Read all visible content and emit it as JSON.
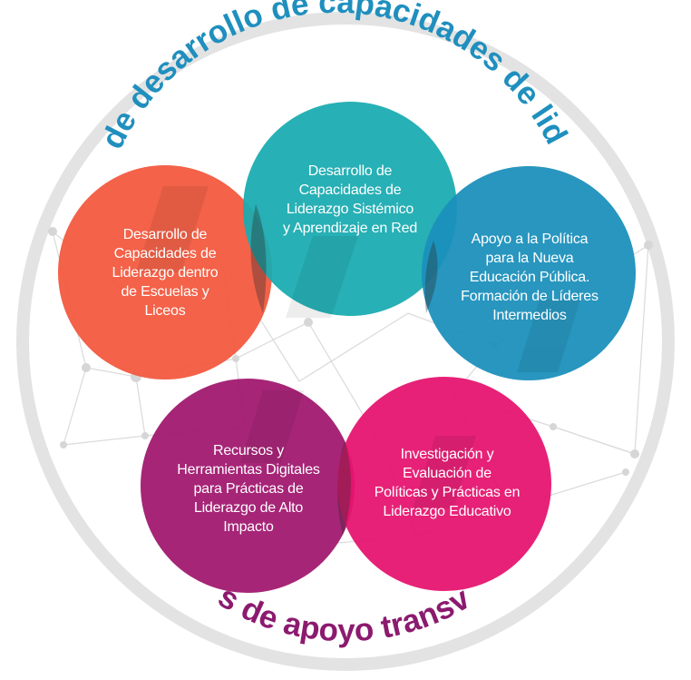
{
  "diagram": {
    "top_arc_title": "Áreas de desarrollo de capacidades de liderazgo",
    "bottom_arc_title": "Áreas de apoyo transversal",
    "colors": {
      "top_title": "#1f8fbe",
      "bottom_title": "#8c1a6f",
      "ring": "#e3e3e3",
      "network": "#d6d6d6"
    },
    "areas": [
      {
        "label_lines": [
          "Desarrollo de",
          "Capacidades de",
          "Liderazgo dentro",
          "de Escuelas y",
          "Liceos"
        ],
        "color": "#f2583e"
      },
      {
        "label_lines": [
          "Desarrollo de",
          "Capacidades de",
          "Liderazgo Sistémico",
          "y Aprendizaje en Red"
        ],
        "color": "#1aabb0"
      },
      {
        "label_lines": [
          "Apoyo a la Política",
          "para la Nueva",
          "Educación Pública.",
          "Formación de Líderes",
          "Intermedios"
        ],
        "color": "#1b8fbb"
      },
      {
        "label_lines": [
          "Recursos y",
          "Herramientas Digitales",
          "para Prácticas de",
          "Liderazgo de Alto",
          "Impacto"
        ],
        "color": "#a0176e"
      },
      {
        "label_lines": [
          "Investigación y",
          "Evaluación de",
          "Políticas y Prácticas en",
          "Liderazgo Educativo"
        ],
        "color": "#e5136f"
      }
    ]
  }
}
